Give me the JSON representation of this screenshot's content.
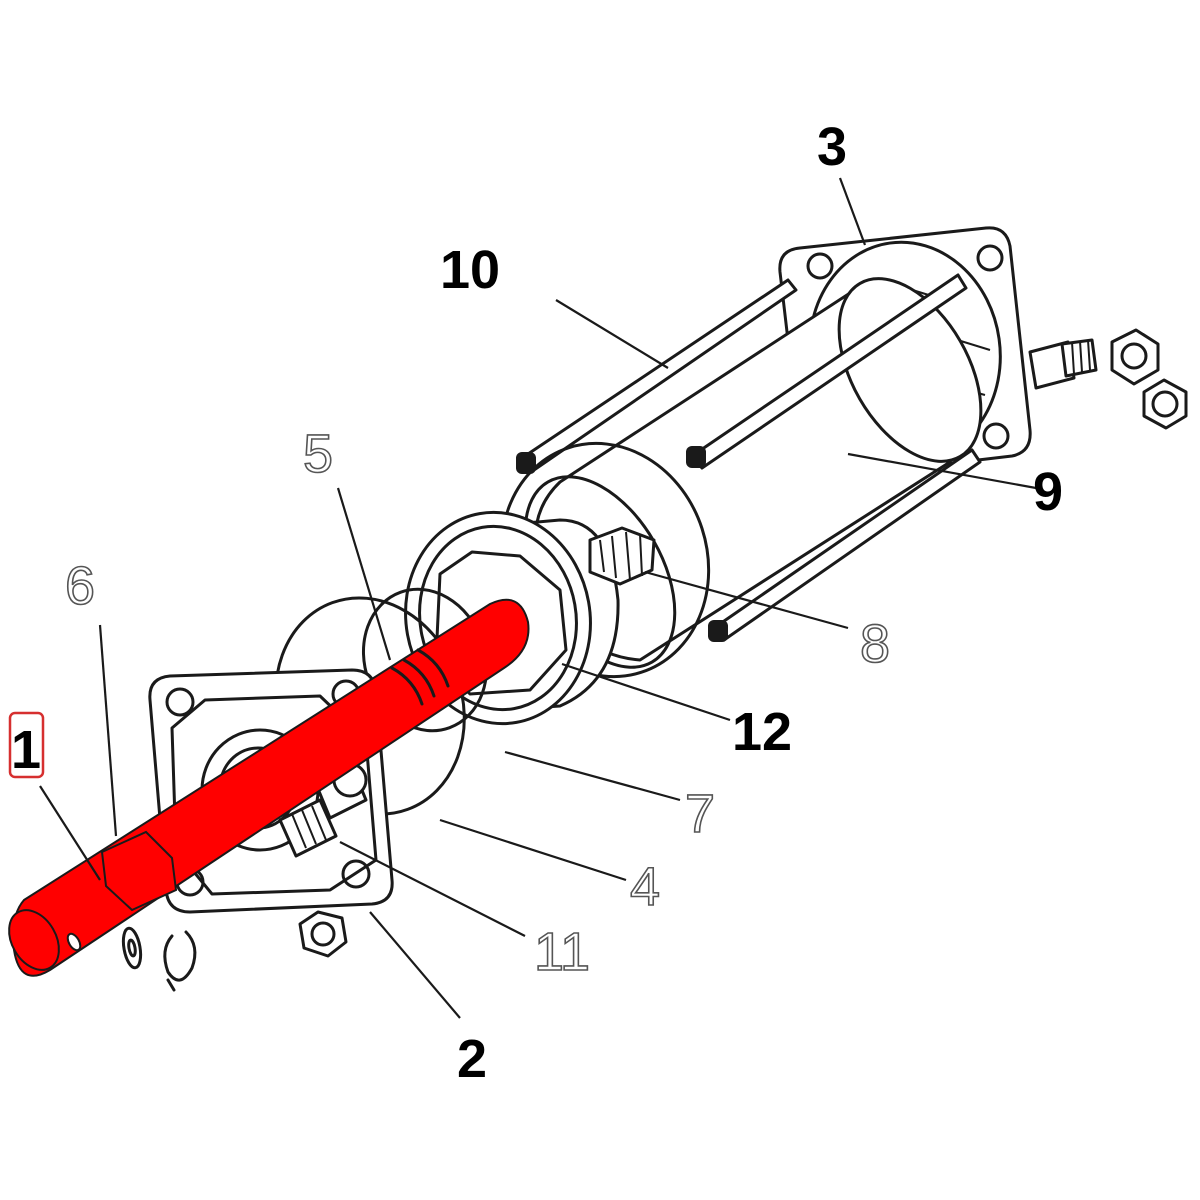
{
  "labels": {
    "l1": "1",
    "l2": "2",
    "l3": "3",
    "l4": "4",
    "l5": "5",
    "l6": "6",
    "l7": "7",
    "l8": "8",
    "l9": "9",
    "l10": "10",
    "l11": "11",
    "l12": "12"
  },
  "colors": {
    "highlight": "#ff0000",
    "line": "#1a1a1a",
    "selection_box": "#d62f2f"
  },
  "highlighted_part": "1"
}
